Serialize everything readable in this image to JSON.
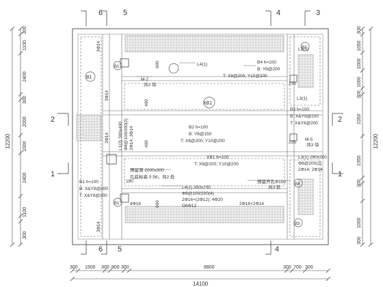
{
  "left_dims": [
    "300",
    "1100",
    "2400",
    "300",
    "2000",
    "1000",
    "2400",
    "1100",
    "300"
  ],
  "left_total": "12200",
  "right_dims": [
    "300",
    "1050",
    "1000",
    "1000",
    "300",
    "2350",
    "2350",
    "300",
    "1000",
    "300"
  ],
  "right_total": "12200",
  "bottom_dims": [
    "300",
    "1500",
    "300",
    "800",
    "300",
    "8800",
    "300",
    "700",
    "300"
  ],
  "bottom_total": "14100",
  "axes_top": [
    "6",
    "5",
    "4",
    "3"
  ],
  "axes_bottom": [
    "6",
    "5",
    "4"
  ],
  "axes_left": [
    "2",
    "1"
  ],
  "axes_right": [
    "2",
    "1"
  ],
  "slabs": {
    "b1_top": "B1",
    "b1_bottom": "B1",
    "b3_top": "B3",
    "b3_bottom": "B3",
    "b4_right": "B4",
    "xb1_center": "XB1",
    "b1_left": "B1"
  },
  "labels": {
    "l4_top": "L4(1)",
    "b4_h": "B4  h=100",
    "b4_b": "B: Y8@200",
    "b4_t": "T: X8@200; Y10@200",
    "m2": "M-2",
    "m2_note": "共2 块",
    "dim_600_top": "600",
    "dim_400_top": "400",
    "dim_400_mid": "400",
    "l1_3": "L1(3)  300x400",
    "l1_3_b": "Φ8@100/200(2)",
    "l1_3_c": "2Φ14; 3Φ14",
    "b2_h": "B2  h=100",
    "b2_b": "B: Y8@150",
    "b2_t": "T: X8@200; Y10@200",
    "l2_1": "L2(1)",
    "l3_1": "L3(1)",
    "b3_h": "B3  h=100",
    "b3_b": "B: X&Y8@200",
    "b3_t": "T: X&Y8@200",
    "m5": "M-5",
    "m5_note": "共3 块",
    "dim_235": "235",
    "dim_235b": "235",
    "xb1_h": "XB1  h=100",
    "xb1_t": "T: X8@200; Y10@200",
    "opening_1": "预留洞 2000x300",
    "opening_2": "孔底标高 0.56，共2 处",
    "dim_180": "180",
    "b1_h": "B1  h=100",
    "b1_b": "B: X&Y8@200",
    "b1_t": "T: X&Y8@200",
    "l4_1": "L4(1)  350x700",
    "l4_1_b": "Φ8@100/200(4)",
    "l4_1_c": "2Φ16+(2Φ12); 4Φ20",
    "l4_1_d": "G6Φ12",
    "dim_600_bot": "600",
    "bar_4016": "4Φ16",
    "bar_2016_2014": "2Φ16+2Φ14",
    "l3_1b": "L3(1)  280x200",
    "l3_1b_b": "Φ8@200(2)",
    "l3_1b_c": "2Φ14; 2Φ14",
    "opening_3": "预留开孔Φ150",
    "opening_3_note": "共3 处",
    "bar_3014_a": "3Φ14",
    "bar_3014_b": "3Φ14",
    "bar_3014_c": "3Φ14",
    "bar_3014_d": "3Φ14"
  }
}
